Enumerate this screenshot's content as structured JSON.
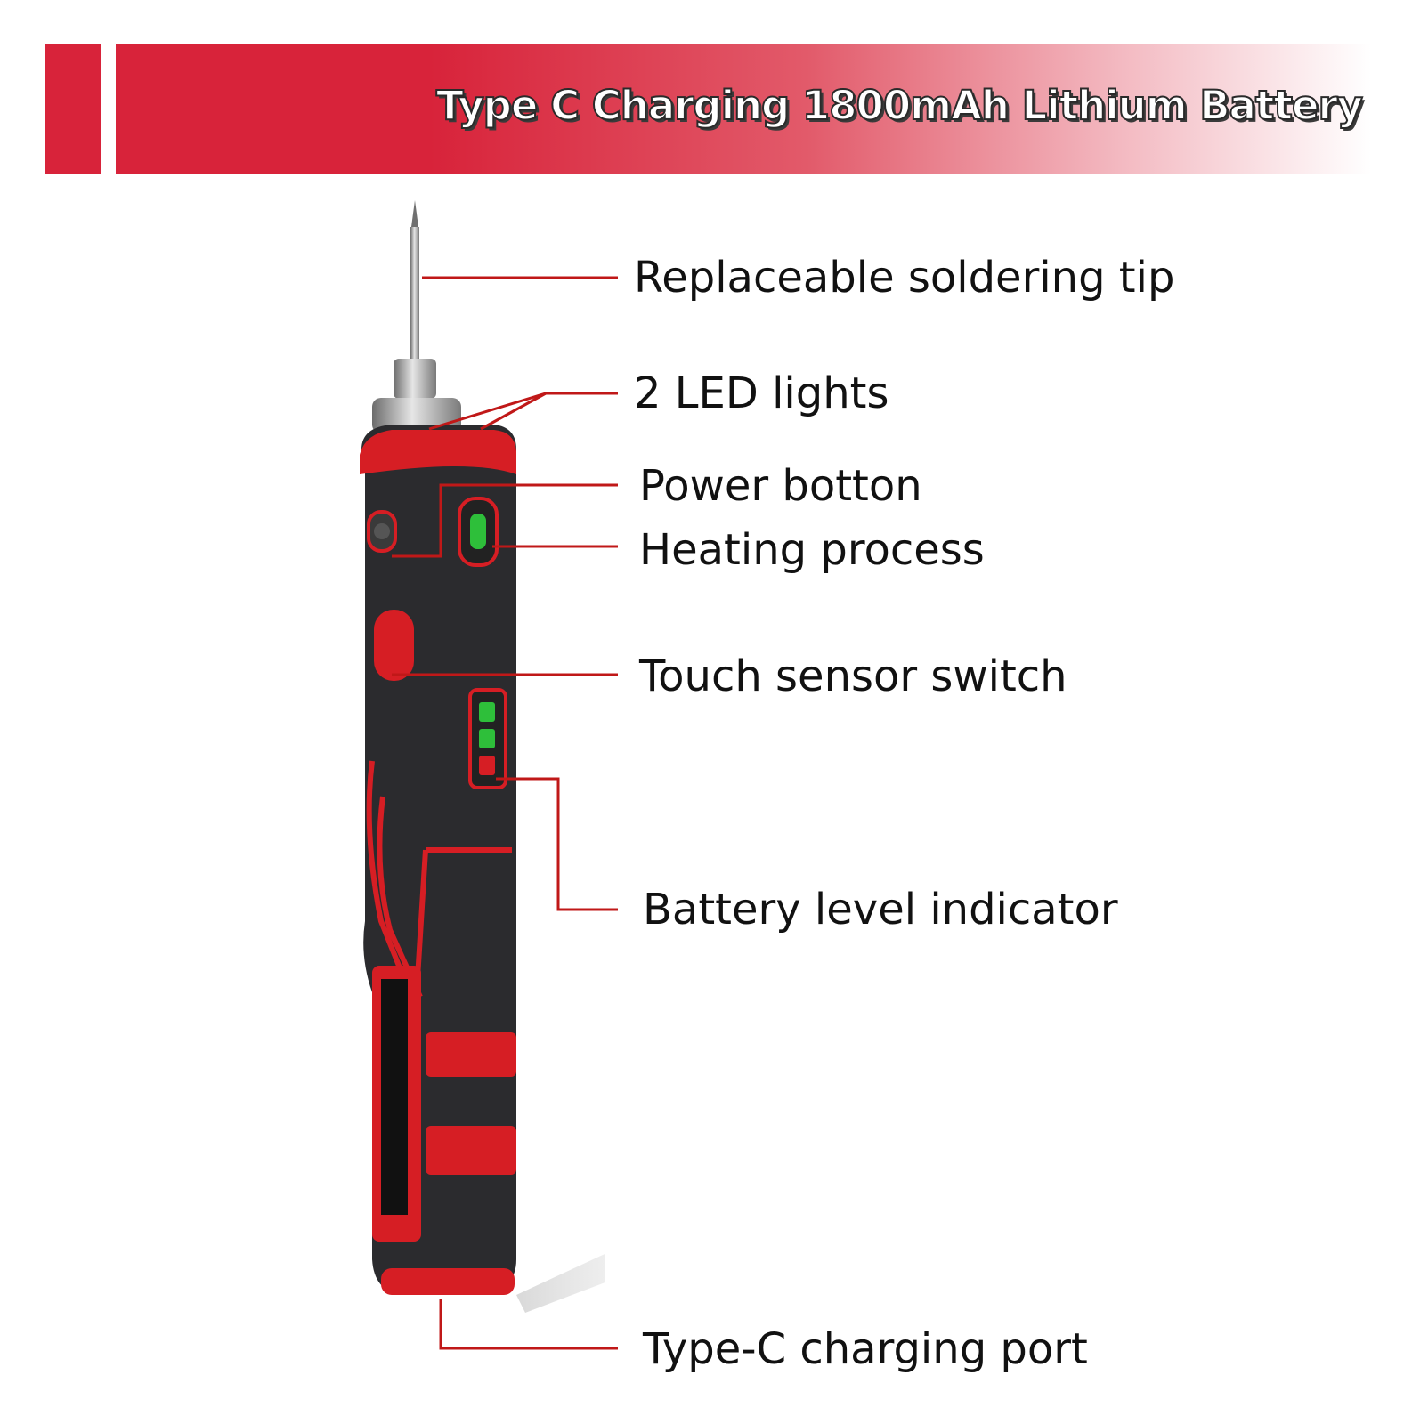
{
  "banner": {
    "title": "Type C  Charging 1800mAh Lithium Battery"
  },
  "colors": {
    "accent": "#d8233a",
    "device_body": "#2b2b2e",
    "device_red": "#d61e24",
    "led_green": "#2ebf3a",
    "leader_line": "#c01818"
  },
  "callouts": [
    {
      "id": "tip",
      "label": "Replaceable soldering tip"
    },
    {
      "id": "led",
      "label": "2 LED lights"
    },
    {
      "id": "power",
      "label": "Power botton"
    },
    {
      "id": "heating",
      "label": "Heating process"
    },
    {
      "id": "touch",
      "label": "Touch sensor switch"
    },
    {
      "id": "battery",
      "label": "Battery level indicator"
    },
    {
      "id": "port",
      "label": "Type-C charging port"
    }
  ]
}
